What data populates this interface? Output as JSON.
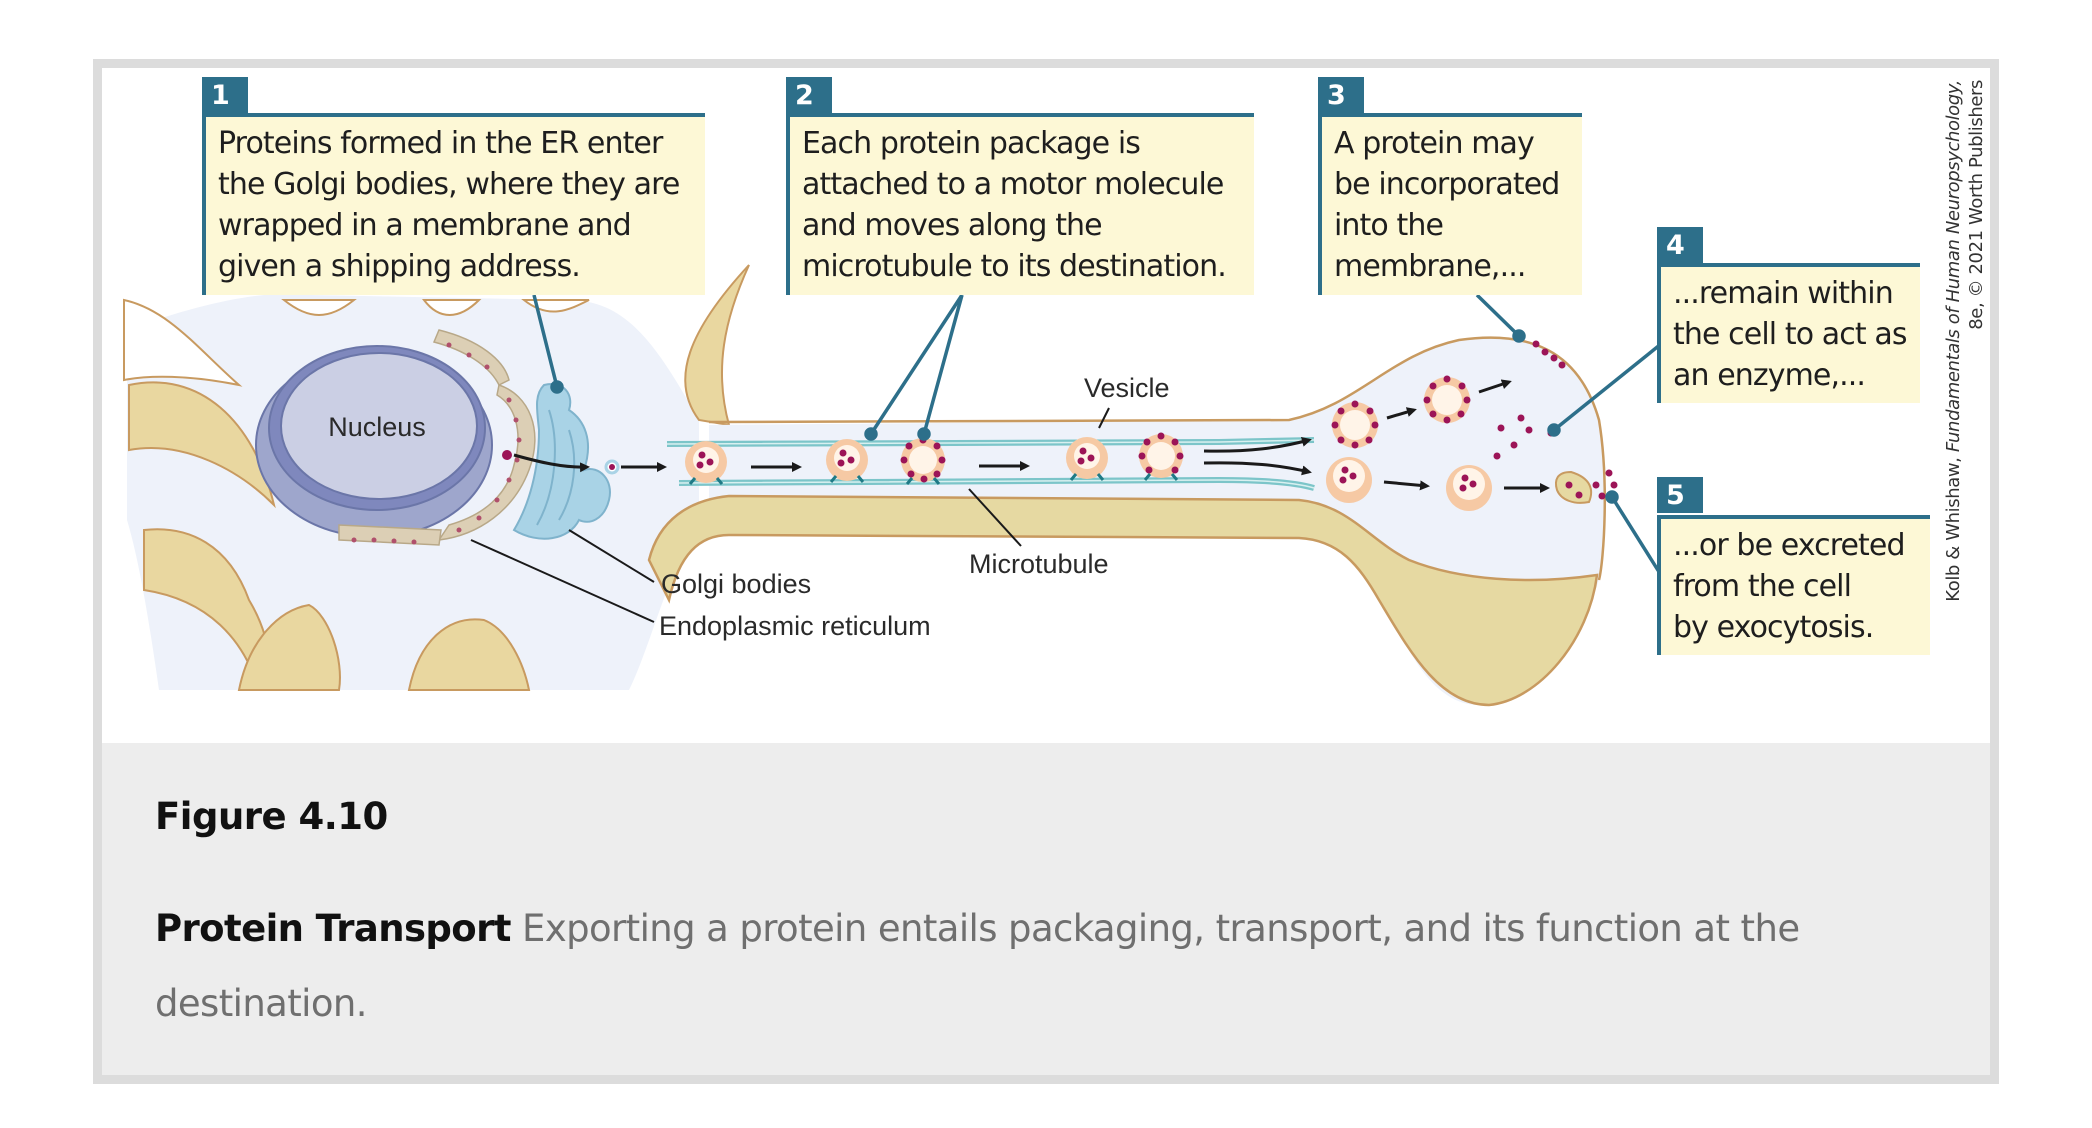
{
  "figure": {
    "number": "Figure 4.10",
    "caption_title": "Protein Transport",
    "caption_text": "Exporting a protein entails packaging, transport, and its function at the destination.",
    "credit_authors": "Kolb & Whishaw, ",
    "credit_book": "Fundamentals of Human Neuropsychology,",
    "credit_edition": "8e, © 2021 Worth Publishers"
  },
  "callouts": [
    {
      "number": "1",
      "text": "Proteins formed in the ER enter\nthe Golgi bodies, where they are\nwrapped in a membrane and\ngiven a shipping address."
    },
    {
      "number": "2",
      "text": "Each protein package is\nattached to a motor molecule\nand moves along the\nmicrotubule to its destination."
    },
    {
      "number": "3",
      "text": "A protein may\nbe incorporated\ninto the\nmembrane,..."
    },
    {
      "number": "4",
      "text": "...remain within\nthe cell to act as\nan enzyme,..."
    },
    {
      "number": "5",
      "text": "...or be excreted\nfrom the cell\nby exocytosis."
    }
  ],
  "labels": {
    "nucleus": "Nucleus",
    "vesicle": "Vesicle",
    "microtubule": "Microtubule",
    "golgi": "Golgi bodies",
    "er": "Endoplasmic reticulum"
  },
  "colors": {
    "callout_accent": "#2d6f8a",
    "callout_fill": "#fdf8d6",
    "protein": "#9c1457",
    "cytoplasm": "#eef2fa",
    "membrane_fill": "#e6d9a2",
    "membrane_edge": "#c89a60",
    "nucleus": "#c9cde3",
    "golgi": "#a9d3e6",
    "vesicle": "#f6c9a4",
    "microtubule": "#7cc5c9"
  }
}
